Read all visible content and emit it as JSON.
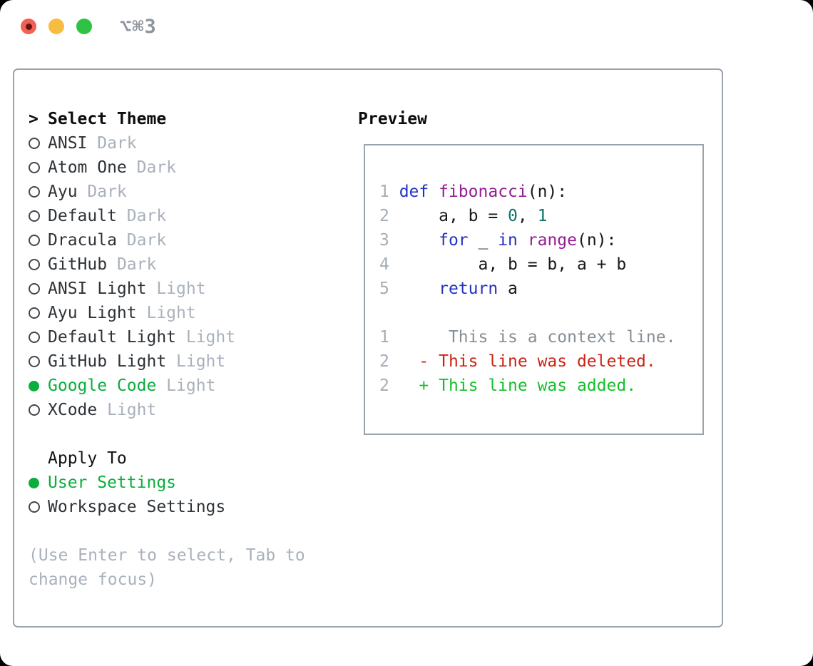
{
  "titlebar": {
    "title": "⌥⌘3"
  },
  "theme_picker": {
    "prompt": ">",
    "title": "Select Theme",
    "items": [
      {
        "name": "ANSI",
        "tag": "Dark",
        "selected": false
      },
      {
        "name": "Atom One",
        "tag": "Dark",
        "selected": false
      },
      {
        "name": "Ayu",
        "tag": "Dark",
        "selected": false
      },
      {
        "name": "Default",
        "tag": "Dark",
        "selected": false
      },
      {
        "name": "Dracula",
        "tag": "Dark",
        "selected": false
      },
      {
        "name": "GitHub",
        "tag": "Dark",
        "selected": false
      },
      {
        "name": "ANSI Light",
        "tag": "Light",
        "selected": false
      },
      {
        "name": "Ayu Light",
        "tag": "Light",
        "selected": false
      },
      {
        "name": "Default Light",
        "tag": "Light",
        "selected": false
      },
      {
        "name": "GitHub Light",
        "tag": "Light",
        "selected": false
      },
      {
        "name": "Google Code",
        "tag": "Light",
        "selected": true
      },
      {
        "name": "XCode",
        "tag": "Light",
        "selected": false
      }
    ]
  },
  "apply_to": {
    "title": "Apply To",
    "options": [
      {
        "label": "User Settings",
        "selected": true
      },
      {
        "label": "Workspace Settings",
        "selected": false
      }
    ]
  },
  "help_lines": [
    "(Use Enter to select, Tab to",
    "change focus)"
  ],
  "preview": {
    "title": "Preview",
    "lines": [
      {
        "num": "1",
        "tokens": [
          {
            "t": "def",
            "c": "keyword"
          },
          {
            "t": " ",
            "c": "plain"
          },
          {
            "t": "fibonacci",
            "c": "function"
          },
          {
            "t": "(n):",
            "c": "plain"
          }
        ]
      },
      {
        "num": "2",
        "tokens": [
          {
            "t": "    a, b = ",
            "c": "plain"
          },
          {
            "t": "0",
            "c": "number"
          },
          {
            "t": ", ",
            "c": "plain"
          },
          {
            "t": "1",
            "c": "number"
          }
        ]
      },
      {
        "num": "3",
        "tokens": [
          {
            "t": "    ",
            "c": "plain"
          },
          {
            "t": "for",
            "c": "keyword"
          },
          {
            "t": " _ ",
            "c": "plain"
          },
          {
            "t": "in",
            "c": "keyword"
          },
          {
            "t": " ",
            "c": "plain"
          },
          {
            "t": "range",
            "c": "function"
          },
          {
            "t": "(n):",
            "c": "plain"
          }
        ]
      },
      {
        "num": "4",
        "tokens": [
          {
            "t": "        a, b = b, a + b",
            "c": "plain"
          }
        ]
      },
      {
        "num": "5",
        "tokens": [
          {
            "t": "    ",
            "c": "plain"
          },
          {
            "t": "return",
            "c": "keyword"
          },
          {
            "t": " a",
            "c": "plain"
          }
        ]
      },
      {
        "num": "",
        "tokens": []
      },
      {
        "num": "1",
        "tokens": [
          {
            "t": "     This is a context line.",
            "c": "context"
          }
        ]
      },
      {
        "num": "2",
        "tokens": [
          {
            "t": "  - This line was deleted.",
            "c": "deleted"
          }
        ]
      },
      {
        "num": "2",
        "tokens": [
          {
            "t": "  + This line was added.",
            "c": "added"
          }
        ]
      }
    ]
  },
  "palette": {
    "keyword_blue": "#2333c0",
    "function_purple": "#941e94",
    "number_teal": "#0c7468",
    "code_black": "#16181b",
    "line_number_gray": "#a4adb8",
    "context_gray": "#868e96",
    "deleted_red": "#cb2415",
    "added_green": "#17c02b",
    "selected_green": "#0bae3c",
    "tag_gray": "#a9b1bb",
    "item_gray": "#2e3338",
    "help_gray": "#a9b1bb",
    "border_gray": "#9aa3ac",
    "titlebar_gray": "#8e949c",
    "traffic_red": "#f16055",
    "traffic_red_dot": "#64150e",
    "traffic_yellow": "#f7bd40",
    "traffic_green": "#30c245"
  }
}
